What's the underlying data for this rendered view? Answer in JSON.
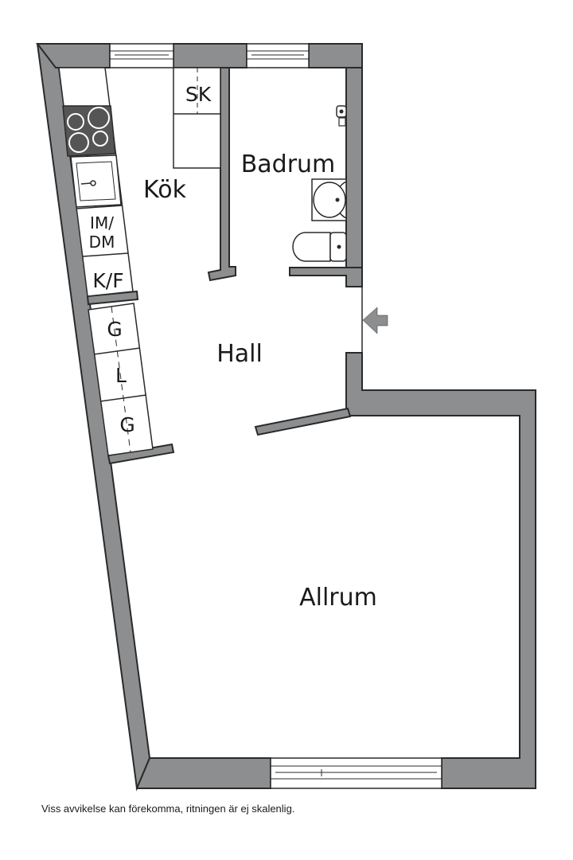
{
  "plan": {
    "rooms": [
      {
        "id": "kok",
        "label": "Kök"
      },
      {
        "id": "badrum",
        "label": "Badrum"
      },
      {
        "id": "hall",
        "label": "Hall"
      },
      {
        "id": "allrum",
        "label": "Allrum"
      }
    ],
    "fixtures": {
      "sk": "SK",
      "im_dm_line1": "IM/",
      "im_dm_line2": "DM",
      "kf": "K/F",
      "g_top": "G",
      "l": "L",
      "g_bottom": "G"
    },
    "colors": {
      "wall": "#8c8e90",
      "stove": "#555555",
      "entrance_arrow": "#8c8e90"
    }
  },
  "footnote": "Viss avvikelse kan förekomma, ritningen är ej skalenlig."
}
